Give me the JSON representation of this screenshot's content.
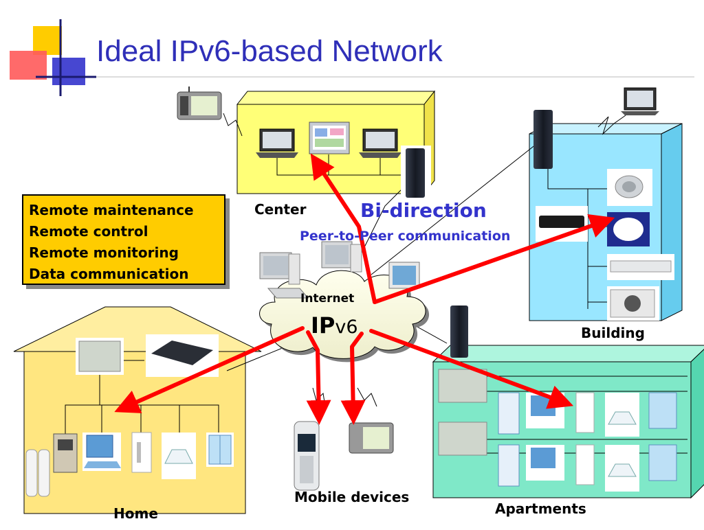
{
  "title": "Ideal IPv6-based Network",
  "services": [
    "Remote maintenance",
    "Remote control",
    "Remote monitoring",
    "Data communication"
  ],
  "labels": {
    "center": "Center",
    "building": "Building",
    "home": "Home",
    "apartments": "Apartments",
    "mobile": "Mobile devices",
    "internet": "Internet",
    "ipv6_ip": "IP",
    "ipv6_v6": "v6",
    "bidirection": "Bi-direction",
    "p2p": "Peer-to-Peer communication"
  },
  "colors": {
    "title": "#2f2fb8",
    "accent_blue": "#3333cc",
    "arrow": "#ff0000",
    "service_box": "#ffcc00",
    "center_box": "#ffff77",
    "building_box": "#99e6ff",
    "home_box": "#ffe680",
    "apartment_box": "#7fe8c8"
  }
}
